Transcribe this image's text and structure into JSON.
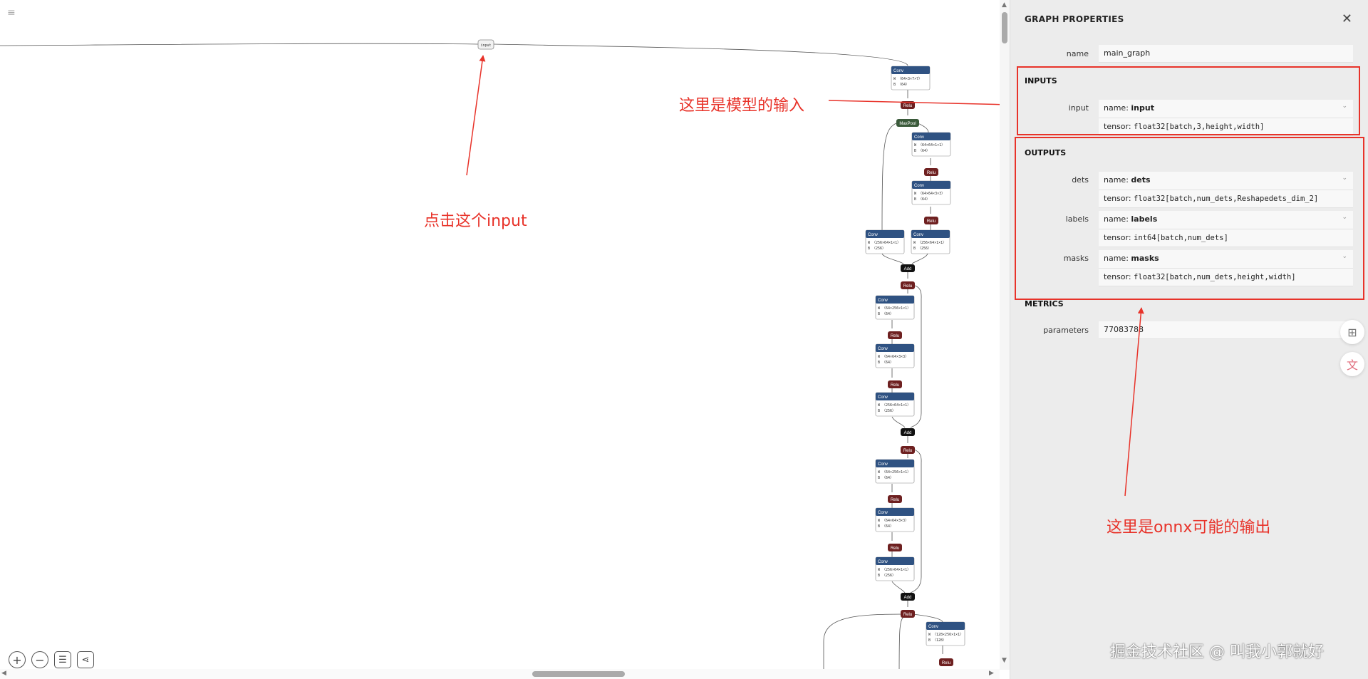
{
  "graph": {
    "input_node_label": "input",
    "nodes": [
      {
        "op": "Conv",
        "w": "〈64×3×7×7〉",
        "b": "〈64〉",
        "kind": "conv"
      },
      {
        "op": "Relu",
        "kind": "relu"
      },
      {
        "op": "MaxPool",
        "kind": "pool"
      },
      {
        "op": "Conv",
        "w": "〈64×64×1×1〉",
        "b": "〈64〉",
        "kind": "conv"
      },
      {
        "op": "Relu",
        "kind": "relu"
      },
      {
        "op": "Conv",
        "w": "〈64×64×3×3〉",
        "b": "〈64〉",
        "kind": "conv"
      },
      {
        "op": "Relu",
        "kind": "relu"
      },
      {
        "op": "Conv",
        "w": "〈256×64×1×1〉",
        "b": "〈256〉",
        "kind": "conv"
      },
      {
        "op": "Conv",
        "w": "〈256×64×1×1〉",
        "b": "〈256〉",
        "kind": "conv"
      },
      {
        "op": "Add",
        "kind": "add"
      },
      {
        "op": "Relu",
        "kind": "relu"
      },
      {
        "op": "Conv",
        "w": "〈64×256×1×1〉",
        "b": "〈64〉",
        "kind": "conv"
      },
      {
        "op": "Relu",
        "kind": "relu"
      },
      {
        "op": "Conv",
        "w": "〈64×64×3×3〉",
        "b": "〈64〉",
        "kind": "conv"
      },
      {
        "op": "Relu",
        "kind": "relu"
      },
      {
        "op": "Conv",
        "w": "〈256×64×1×1〉",
        "b": "〈256〉",
        "kind": "conv"
      },
      {
        "op": "Add",
        "kind": "add"
      },
      {
        "op": "Relu",
        "kind": "relu"
      },
      {
        "op": "Conv",
        "w": "〈64×256×1×1〉",
        "b": "〈64〉",
        "kind": "conv"
      },
      {
        "op": "Relu",
        "kind": "relu"
      },
      {
        "op": "Conv",
        "w": "〈64×64×3×3〉",
        "b": "〈64〉",
        "kind": "conv"
      },
      {
        "op": "Relu",
        "kind": "relu"
      },
      {
        "op": "Conv",
        "w": "〈256×64×1×1〉",
        "b": "〈256〉",
        "kind": "conv"
      },
      {
        "op": "Add",
        "kind": "add"
      },
      {
        "op": "Relu",
        "kind": "relu"
      },
      {
        "op": "Conv",
        "w": "〈128×256×1×1〉",
        "b": "〈128〉",
        "kind": "conv"
      },
      {
        "op": "Relu",
        "kind": "relu"
      }
    ],
    "colors": {
      "conv": "#2f5282",
      "relu": "#6e2020",
      "pool": "#3a5a3a",
      "add": "#111111",
      "edge": "#555555"
    }
  },
  "annotations": {
    "click_input": "点击这个input",
    "model_input": "这里是模型的输入",
    "onnx_outputs": "这里是onnx可能的输出",
    "color": "#e8332a"
  },
  "toolbar": {
    "menu_icon": "≡",
    "zoom_in": "+",
    "zoom_out": "−",
    "list": "☰",
    "share": "⋖"
  },
  "sidebar": {
    "title": "GRAPH PROPERTIES",
    "close": "✕",
    "name_label": "name",
    "name_value": "main_graph",
    "inputs_head": "INPUTS",
    "inputs": [
      {
        "label": "input",
        "name_prefix": "name: ",
        "name": "input",
        "tensor_prefix": "tensor: ",
        "tensor": "float32[batch,3,height,width]"
      }
    ],
    "outputs_head": "OUTPUTS",
    "outputs": [
      {
        "label": "dets",
        "name_prefix": "name: ",
        "name": "dets",
        "tensor_prefix": "tensor: ",
        "tensor": "float32[batch,num_dets,Reshapedets_dim_2]"
      },
      {
        "label": "labels",
        "name_prefix": "name: ",
        "name": "labels",
        "tensor_prefix": "tensor: ",
        "tensor": "int64[batch,num_dets]"
      },
      {
        "label": "masks",
        "name_prefix": "name: ",
        "name": "masks",
        "tensor_prefix": "tensor: ",
        "tensor": "float32[batch,num_dets,height,width]"
      }
    ],
    "metrics_head": "METRICS",
    "params_label": "parameters",
    "params_value": "77083788"
  },
  "watermark": "掘金技术社区 @ 叫我小郭就好"
}
